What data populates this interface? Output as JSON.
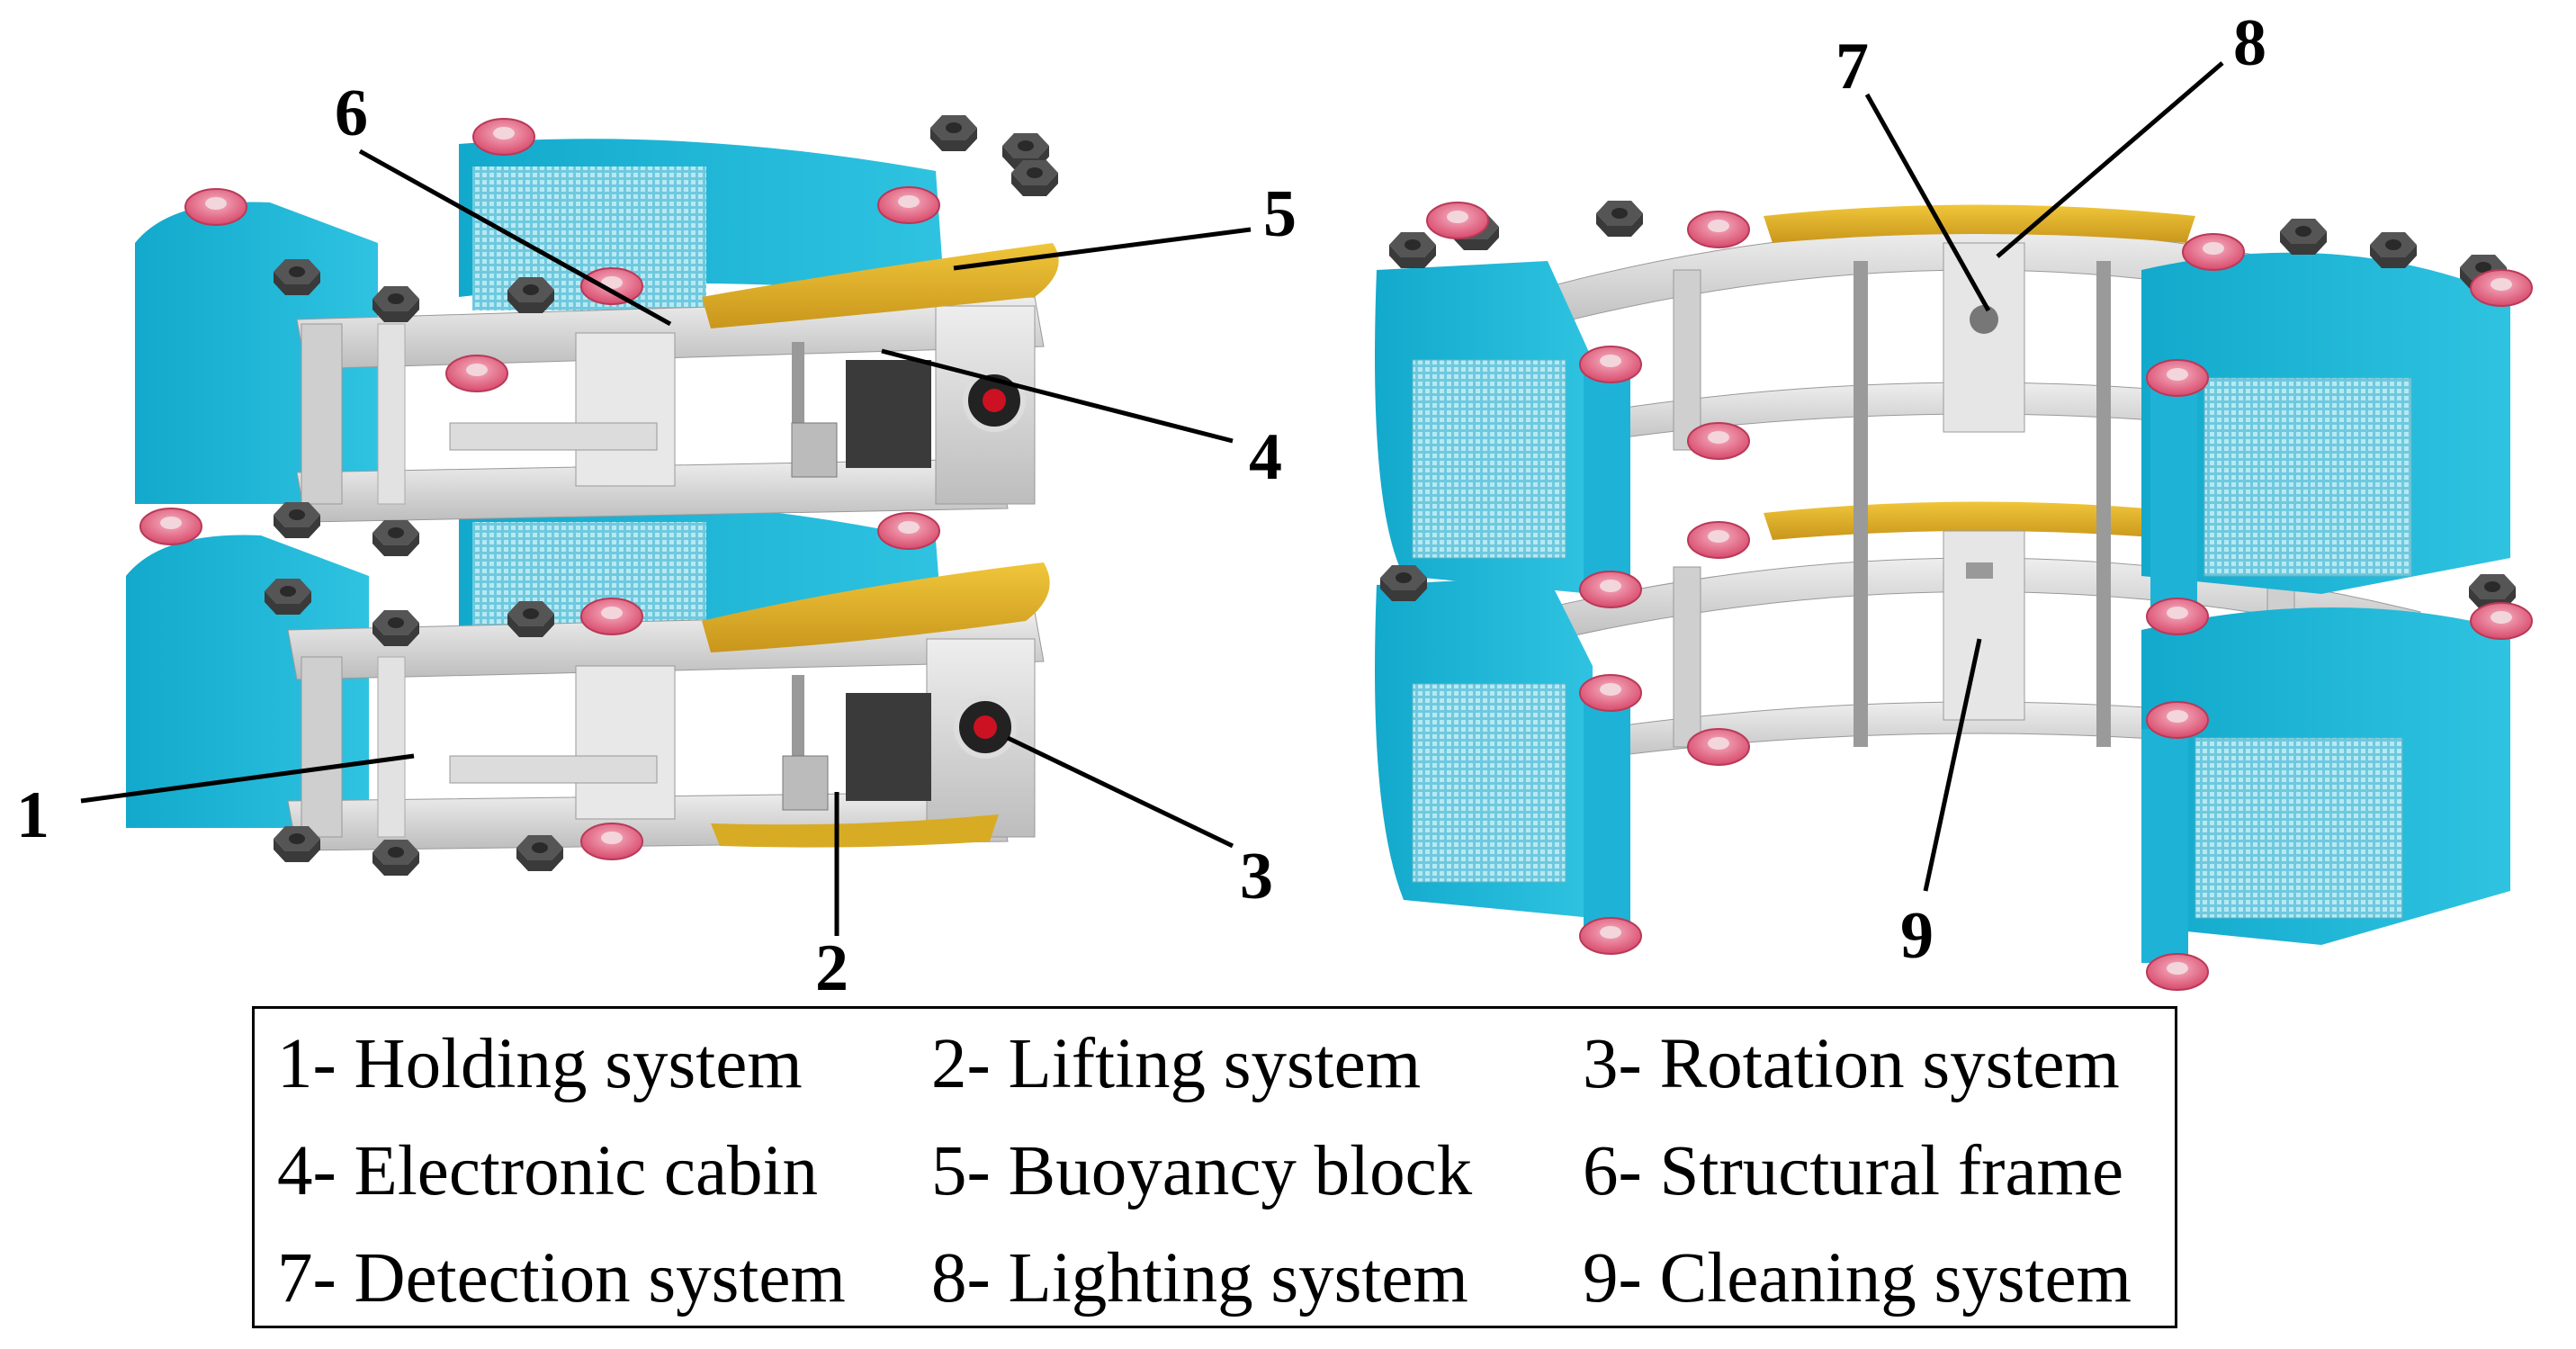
{
  "callouts": [
    "1",
    "2",
    "3",
    "4",
    "5",
    "6",
    "7",
    "8",
    "9"
  ],
  "legend": [
    [
      "1- Holding system",
      "2- Lifting system",
      "3- Rotation system"
    ],
    [
      "4- Electronic cabin",
      "5- Buoyancy block",
      "6- Structural frame"
    ],
    [
      "7- Detection system",
      "8- Lighting system",
      "9- Cleaning system"
    ]
  ],
  "colors": {
    "buoyancy_cyan": "#19b3d4",
    "buoyancy_yellow": "#e2b42a",
    "frame_gray": "#d9d9d9",
    "wheel_pink": "#e4607f",
    "bolt_dark": "#4a4a4a",
    "mesh_blue": "#7fd3e6",
    "line_black": "#000000"
  }
}
